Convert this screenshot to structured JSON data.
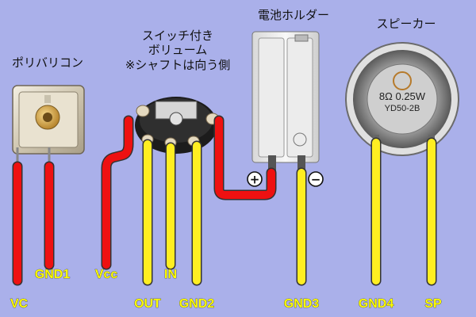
{
  "components": {
    "varicon": "ポリバリコン",
    "volume_line1": "スイッチ付き",
    "volume_line2": "ボリューム",
    "volume_line3": "※シャフトは向う側",
    "battery": "電池ホルダー",
    "speaker": "スピーカー"
  },
  "speaker_marking": {
    "line1": "8Ω 0.25W",
    "line2": "YD50-2B"
  },
  "polarity": {
    "plus": "+",
    "minus": "−"
  },
  "pins": {
    "vc": "VC",
    "gnd1": "GND1",
    "vcc": "Vcc",
    "out": "OUT",
    "in": "IN",
    "gnd2": "GND2",
    "gnd3": "GND3",
    "gnd4": "GND4",
    "sp": "SP"
  },
  "colors": {
    "background": "#aab0ea",
    "red_wire": "#ee1111",
    "yellow_wire": "#ffee22",
    "label": "#ffff00"
  }
}
